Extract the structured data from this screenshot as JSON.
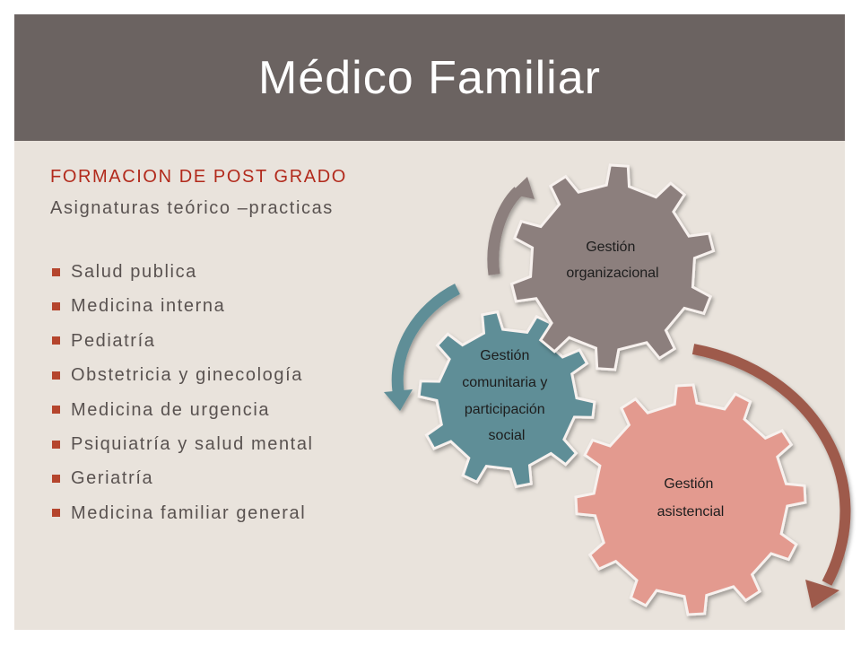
{
  "title": "Médico Familiar",
  "heading": "FORMACION DE POST GRADO",
  "subheading": "Asignaturas teórico –practicas",
  "subjects": [
    "Salud publica",
    "Medicina interna",
    "Pediatría",
    "Obstetricia y ginecología",
    "Medicina de urgencia",
    "Psiquiatría y salud mental",
    "Geriatría",
    "Medicina familiar general"
  ],
  "gears": [
    {
      "lines": [
        "Gestión",
        "organizacional"
      ],
      "color": "#8c7f7d"
    },
    {
      "lines": [
        "Gestión",
        "comunitaria y",
        "participación",
        "social"
      ],
      "color": "#5f8e97"
    },
    {
      "lines": [
        "Gestión",
        "asistencial"
      ],
      "color": "#e39a8f"
    }
  ],
  "colors": {
    "title_bar": "#6b6361",
    "slide_bg": "#e9e3dc",
    "heading": "#b22a1c",
    "bullet": "#b5452d",
    "arrow_big": "#9e5a4c"
  }
}
